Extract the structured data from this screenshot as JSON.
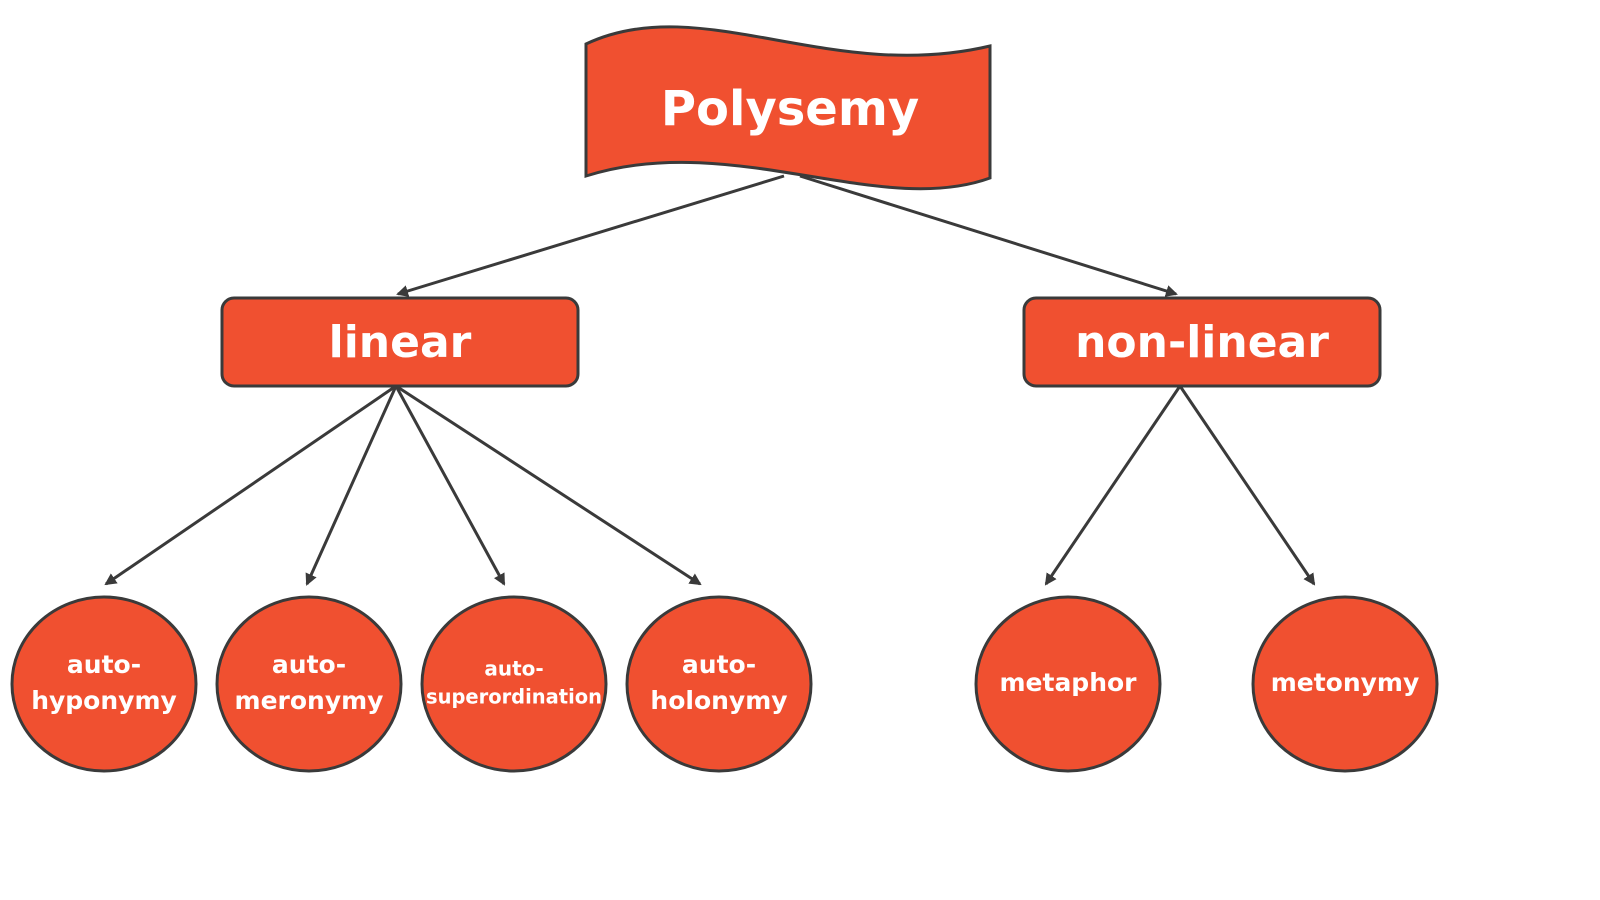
{
  "colors": {
    "node_fill": "#f05030",
    "node_stroke": "#3a3a3a",
    "text": "#ffffff",
    "background": "#ffffff"
  },
  "root": {
    "label": "Polysemy"
  },
  "branches": [
    {
      "label": "linear",
      "children": [
        {
          "line1": "auto-",
          "line2": "hyponymy"
        },
        {
          "line1": "auto-",
          "line2": "meronymy"
        },
        {
          "line1": "auto-",
          "line2": "superordination"
        },
        {
          "line1": "auto-",
          "line2": "holonymy"
        }
      ]
    },
    {
      "label": "non-linear",
      "children": [
        {
          "line1": "metaphor"
        },
        {
          "line1": "metonymy"
        }
      ]
    }
  ]
}
